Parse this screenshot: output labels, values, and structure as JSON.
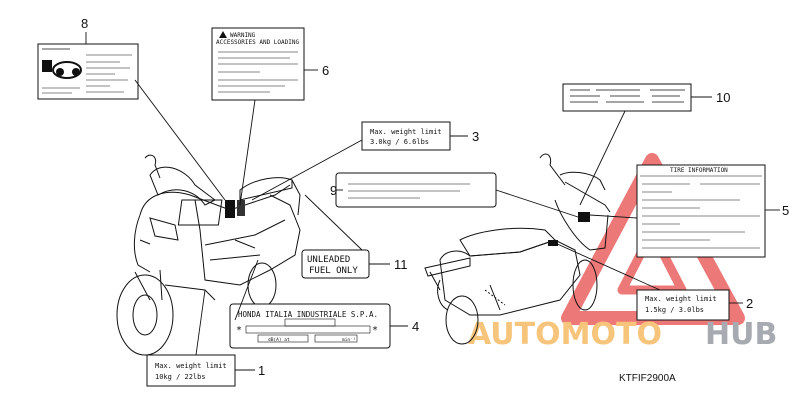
{
  "callouts": {
    "c1": "1",
    "c2": "2",
    "c3": "3",
    "c4": "4",
    "c5": "5",
    "c6": "6",
    "c8": "8",
    "c9": "9",
    "c10": "10",
    "c11": "11"
  },
  "labels": {
    "weight_limit_title": "Max. weight limit",
    "weight_1_value": "10kg / 22lbs",
    "weight_2_value": "1.5kg / 3.0lbs",
    "weight_3_value": "3.0kg / 6.6lbs",
    "warning_title": "WARNING",
    "warning_subtitle": "ACCESSORIES AND LOADING",
    "tire_info_title": "TIRE INFORMATION",
    "fuel_line1": "UNLEADED",
    "fuel_line2": "FUEL ONLY",
    "plate_title": "HONDA ITALIA INDUSTRIALE S.P.A.",
    "plate_field1": "dB(A) at",
    "plate_field2": "min⁻¹",
    "plate_asterisk": "*"
  },
  "diagram_code": "KTFIF2900A",
  "watermark": {
    "part1": "AUTOMOTO",
    "part2": "HUB",
    "color1": "#f3b14e",
    "color2": "#8a8f98",
    "triangle_color": "#e74c4c"
  }
}
